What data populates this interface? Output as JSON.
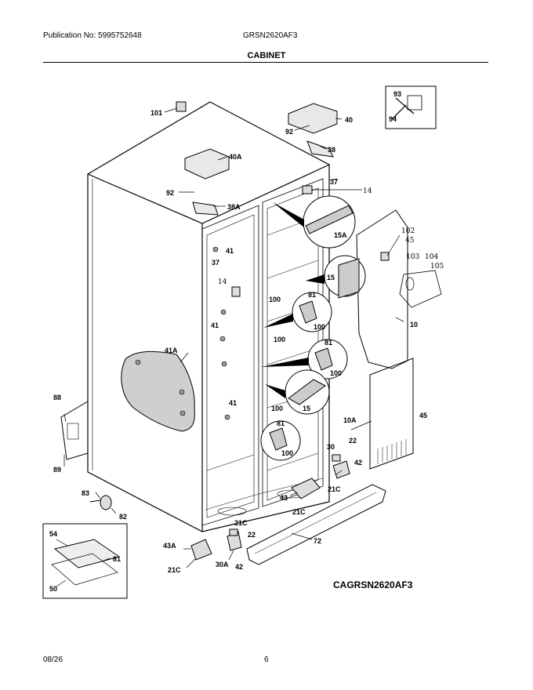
{
  "header": {
    "publication": "Publication No: 5995752648",
    "model": "GRSN2620AF3",
    "section_title": "CABINET"
  },
  "footer": {
    "date": "08/26",
    "page_number": "6"
  },
  "diagram": {
    "drawing_code": "CAGRSN2620AF3",
    "labels": {
      "p101": "101",
      "p40": "40",
      "p92a": "92",
      "p38": "38",
      "p93": "93",
      "p94": "94",
      "p40A": "40A",
      "p92b": "92",
      "p37a": "37",
      "p14a": "14",
      "p38A": "38A",
      "p15A": "15A",
      "p102": "102",
      "p45a": "45",
      "p103": "103",
      "p104": "104",
      "p105": "105",
      "p37b": "37",
      "p41a": "41",
      "p14b": "14",
      "p15": "15",
      "p81a": "81",
      "p100a": "100",
      "p100b": "100",
      "p41b": "41",
      "p100c": "100",
      "p81b": "81",
      "p100d": "100",
      "p10": "10",
      "p41A": "41A",
      "p88": "88",
      "p41c": "41",
      "p100e": "100",
      "p15b": "15",
      "p10A": "10A",
      "p45b": "45",
      "p81c": "81",
      "p100f": "100",
      "p89": "89",
      "p22a": "22",
      "p30": "30",
      "p42a": "42",
      "p21Ca": "21C",
      "p83": "83",
      "p43": "43",
      "p82": "82",
      "p21Cb": "21C",
      "p21Cc": "21C",
      "p22b": "22",
      "p72": "72",
      "p54": "54",
      "p81d": "81",
      "p43A": "43A",
      "p50": "50",
      "p21Cd": "21C",
      "p30A": "30A",
      "p42b": "42"
    }
  }
}
